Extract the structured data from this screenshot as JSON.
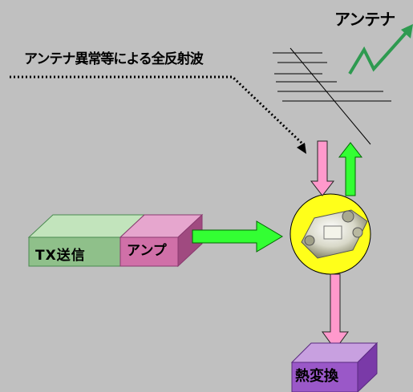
{
  "antenna": {
    "label": "アンテナ"
  },
  "reflection": {
    "label": "アンテナ異常等による全反射波"
  },
  "transmitter": {
    "label": "TX送信"
  },
  "amplifier": {
    "label": "アンプ"
  },
  "heat_conversion": {
    "label": "熱変換"
  },
  "colors": {
    "background": "#c0c0c0",
    "tx_box": "#8fc08a",
    "amp_box": "#d070a8",
    "heat_box": "#9a58c8",
    "isolator": "#ffff1a",
    "forward_arrow": "#33ff33",
    "reflected_arrow": "#ff99cc",
    "antenna_signal": "#2e9a50"
  }
}
